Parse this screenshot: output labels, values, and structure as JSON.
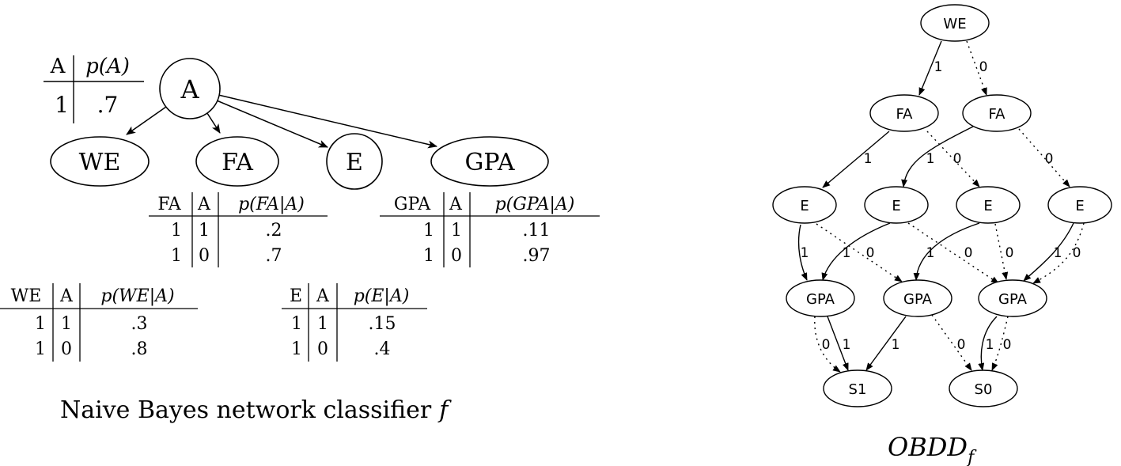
{
  "naive_bayes": {
    "caption": "Naive Bayes network classifier",
    "caption_var": "f",
    "nodes": {
      "root": "A",
      "we": "WE",
      "fa": "FA",
      "e": "E",
      "gpa": "GPA"
    },
    "cpt_a": {
      "headers": [
        "A",
        "p(A)"
      ],
      "rows": [
        [
          "1",
          ".7"
        ]
      ]
    },
    "cpt_fa": {
      "headers": [
        "FA",
        "A",
        "p(FA|A)"
      ],
      "rows": [
        [
          "1",
          "1",
          ".2"
        ],
        [
          "1",
          "0",
          ".7"
        ]
      ]
    },
    "cpt_gpa": {
      "headers": [
        "GPA",
        "A",
        "p(GPA|A)"
      ],
      "rows": [
        [
          "1",
          "1",
          ".11"
        ],
        [
          "1",
          "0",
          ".97"
        ]
      ]
    },
    "cpt_we": {
      "headers": [
        "WE",
        "A",
        "p(WE|A)"
      ],
      "rows": [
        [
          "1",
          "1",
          ".3"
        ],
        [
          "1",
          "0",
          ".8"
        ]
      ]
    },
    "cpt_e": {
      "headers": [
        "E",
        "A",
        "p(E|A)"
      ],
      "rows": [
        [
          "1",
          "1",
          ".15"
        ],
        [
          "1",
          "0",
          ".4"
        ]
      ]
    }
  },
  "obdd": {
    "caption_base": "OBDD",
    "caption_sub": "f",
    "nodes": {
      "we": "WE",
      "fa1": "FA",
      "fa2": "FA",
      "e1": "E",
      "e2": "E",
      "e3": "E",
      "e4": "E",
      "gpa1": "GPA",
      "gpa2": "GPA",
      "gpa3": "GPA",
      "s1": "S1",
      "s0": "S0"
    },
    "edge_labels": {
      "we_fa1": "1",
      "we_fa2": "0",
      "fa1_e1": "1",
      "fa1_e3": "0",
      "fa2_e2": "1",
      "fa2_e4": "0",
      "e1_gpa1": "1",
      "e1_gpa2": "0",
      "e2_gpa1": "1",
      "e2_gpa3": "0",
      "e3_gpa2": "1",
      "e3_gpa3": "0",
      "e4_gpa3_1": "1",
      "e4_gpa3_0": "0",
      "gpa1_s1_0": "0",
      "gpa1_s1_1": "1",
      "gpa2_s1": "1",
      "gpa2_s0": "0",
      "gpa3_s0_1": "1",
      "gpa3_s0_0": "0"
    }
  }
}
